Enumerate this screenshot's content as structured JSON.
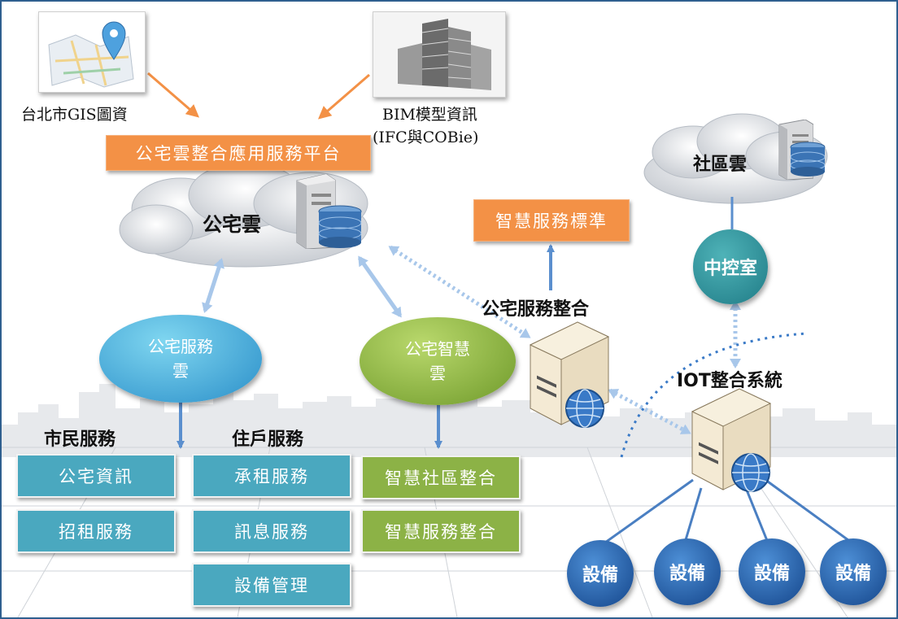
{
  "sources": {
    "gis_label": "台北市GIS圖資",
    "bim_label_line1": "BIM模型資訊",
    "bim_label_line2": "(IFC與COBie)"
  },
  "platform": {
    "label": "公宅雲整合應用服務平台"
  },
  "clouds": {
    "main": "公宅雲",
    "community": "社區雲"
  },
  "services": {
    "public_housing_cloud": "公宅服務\n雲",
    "smart_cloud": "公宅智慧\n雲"
  },
  "groups": {
    "citizen": {
      "title": "市民服務",
      "items": [
        "公宅資訊",
        "招租服務"
      ]
    },
    "resident": {
      "title": "住戶服務",
      "items": [
        "承租服務",
        "訊息服務",
        "設備管理"
      ]
    },
    "smart": {
      "items": [
        "智慧社區整合",
        "智慧服務整合"
      ]
    }
  },
  "standard": {
    "label": "智慧服務標準"
  },
  "integration": {
    "label": "公宅服務整合"
  },
  "control_room": {
    "label": "中控室"
  },
  "iot": {
    "label": "IOT整合系統"
  },
  "devices": [
    "設備",
    "設備",
    "設備",
    "設備"
  ],
  "colors": {
    "teal": "#4aa8bf",
    "green": "#8cb246",
    "orange": "#f39146",
    "device_blue": "#1f5fa8",
    "control_teal": "#2b8f97",
    "arrow_blue": "#5b8fce",
    "border": "#2f5f8f"
  },
  "icons": [
    "map-pin-icon",
    "building-model-icon",
    "server-icon",
    "database-icon",
    "globe-icon",
    "cloud-icon"
  ]
}
